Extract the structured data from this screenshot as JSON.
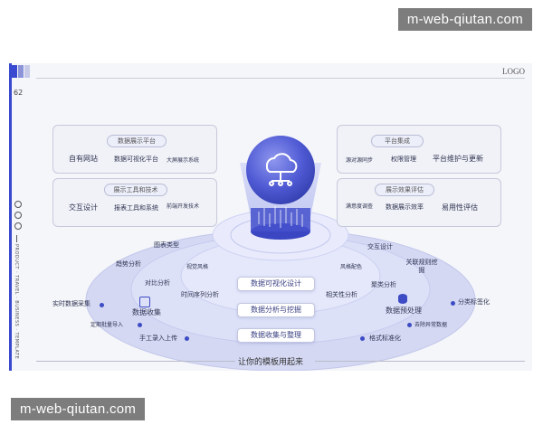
{
  "watermark": "m-web-qiutan.com",
  "slide": {
    "logo": "LOGO",
    "page_number": "62",
    "vertical_text": "PRODUCT · TRAVEL · BUSINESS · TEMPLATE",
    "footer": "让你的模板用起来"
  },
  "left_top": {
    "title": "数据展示平台",
    "items": [
      "自有网站",
      "数据可视化平台",
      "大屏展示系统"
    ]
  },
  "left_bottom": {
    "title": "展示工具和技术",
    "items": [
      "交互设计",
      "报表工具和系统",
      "前端开发技术"
    ]
  },
  "right_top": {
    "title": "平台集成",
    "items": [
      "源对源同步",
      "权限管理",
      "平台维护与更新"
    ]
  },
  "right_bottom": {
    "title": "展示效果评估",
    "items": [
      "满意度调查",
      "数据展示效率",
      "易用性评估"
    ]
  },
  "rings": {
    "visualization": {
      "label": "数据可视化设计",
      "items": [
        "图表类型",
        "交互设计",
        "视觉风格",
        "风格配色"
      ]
    },
    "analysis": {
      "label": "数据分析与挖掘",
      "items": [
        "趋势分析",
        "关联规则挖掘",
        "对比分析",
        "聚类分析",
        "时间序列分析",
        "相关性分析"
      ]
    },
    "collection": {
      "label": "数据收集与整理",
      "left_title": "数据收集",
      "right_title": "数据预处理",
      "left_items": [
        "实时数据采集",
        "定期批量导入",
        "手工录入上传"
      ],
      "right_items": [
        "分类标签化",
        "去除异常数据",
        "格式标准化"
      ]
    }
  },
  "colors": {
    "accent": "#3d4cc4",
    "sphere": "#5863d9",
    "panel_border": "#c6c9da"
  }
}
